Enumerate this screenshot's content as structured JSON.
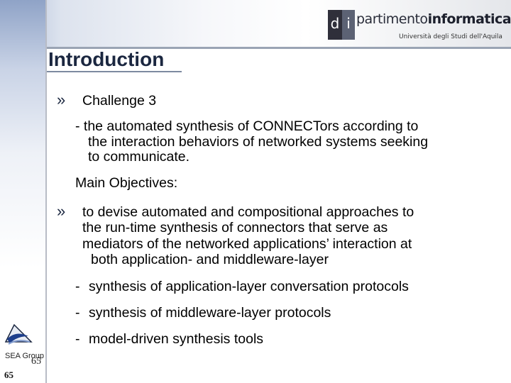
{
  "header": {
    "logo_part1": "d",
    "logo_part2": "i",
    "logo_regular": "partimento",
    "logo_bold": "informatica",
    "logo_subtitle": "Università degli Studi dell'Aquila"
  },
  "slide": {
    "title": "Introduction",
    "bullet_symbol": "»",
    "challenge": "Challenge 3",
    "challenge_detail_line1": "- the automated synthesis of CONNECTors according to",
    "challenge_detail_line2": "the interaction behaviors of networked systems seeking",
    "challenge_detail_line3": "to communicate.",
    "objectives_heading": "Main Objectives:",
    "objective_line1": "to devise automated and compositional approaches to",
    "objective_line2": "the run-time synthesis of connectors that serve as",
    "objective_line3": "mediators of the networked applications’ interaction at",
    "objective_line4": "both application- and middleware-layer",
    "sub_items": [
      "synthesis of application-layer conversation protocols",
      "synthesis of middleware-layer protocols",
      "model-driven synthesis tools"
    ],
    "dash": "-"
  },
  "footer": {
    "group_label": "SEA Group",
    "page_number_overlay": "65",
    "page_number": "65"
  }
}
